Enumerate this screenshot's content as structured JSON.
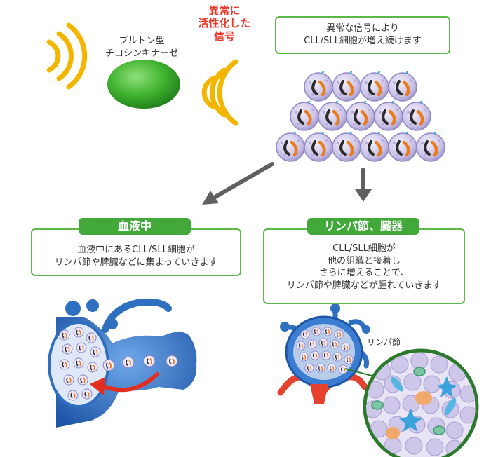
{
  "labels": {
    "btk": [
      "ブルトン型",
      "チロシンキナーゼ"
    ],
    "abnormal_signal": [
      "異常に",
      "活性化した",
      "信号"
    ],
    "proliferation": [
      "異常な信号により",
      "CLL/SLL細胞が増え続けます"
    ],
    "lymph_node": "リンパ節"
  },
  "blood": {
    "title": "血液中",
    "body": [
      "血液中にあるCLL/SLL細胞が",
      "リンパ節や脾臓などに集まっていきます"
    ]
  },
  "lymph": {
    "title": "リンパ節、臓器",
    "body": [
      "CLL/SLL細胞が",
      "他の組織と接着し",
      "さらに増えることで、",
      "リンパ節や脾臓などが腫れていきます"
    ]
  },
  "colors": {
    "green": "#43a83a",
    "red": "#e8382a",
    "wave": "#f2b600",
    "cell": "#c9c1e6",
    "vessel": "#2f6fbf"
  }
}
